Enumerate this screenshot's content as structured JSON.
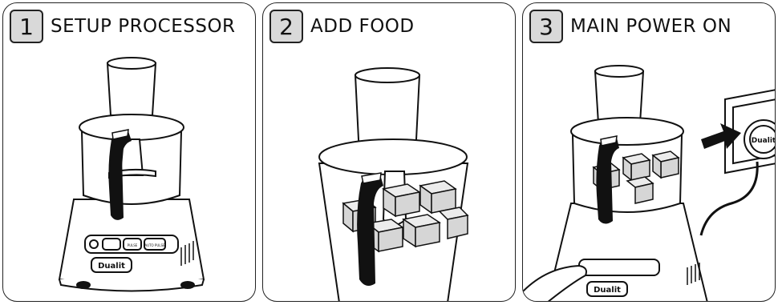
{
  "steps": [
    {
      "number": "1",
      "title": "SETUP PROCESSOR"
    },
    {
      "number": "2",
      "title": "ADD FOOD"
    },
    {
      "number": "3",
      "title": "MAIN POWER ON"
    }
  ],
  "brand": "Dualit",
  "controls": {
    "pulse": "PULSE",
    "auto_pulse": "AUTO PULSE",
    "speed": "≡≡≡"
  }
}
